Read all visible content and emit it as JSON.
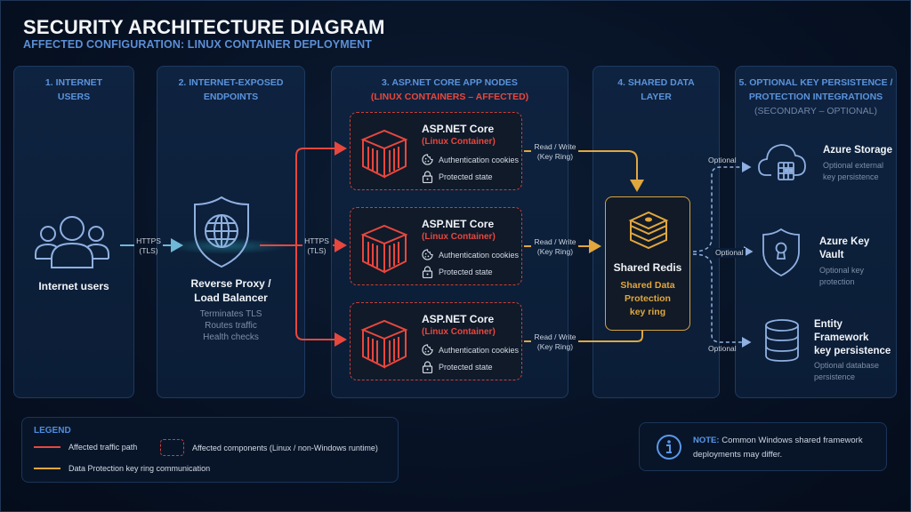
{
  "header": {
    "title": "SECURITY ARCHITECTURE DIAGRAM",
    "subtitle": "AFFECTED CONFIGURATION: LINUX CONTAINER DEPLOYMENT"
  },
  "columns": [
    {
      "heading_line1": "1. INTERNET",
      "heading_line2": "USERS"
    },
    {
      "heading_line1": "2. INTERNET-EXPOSED",
      "heading_line2": "ENDPOINTS"
    },
    {
      "heading_line1": "3. ASP.NET CORE APP NODES",
      "heading_line2": "(LINUX CONTAINERS – AFFECTED)"
    },
    {
      "heading_line1": "4. SHARED DATA",
      "heading_line2": "LAYER"
    },
    {
      "heading_line1": "5. OPTIONAL KEY PERSISTENCE /",
      "heading_line2": "PROTECTION INTEGRATIONS",
      "heading_line3": "(SECONDARY – OPTIONAL)"
    }
  ],
  "users": {
    "label": "Internet users",
    "icon": "users-icon"
  },
  "proxy": {
    "title_line1": "Reverse Proxy /",
    "title_line2": "Load Balancer",
    "details": [
      "Terminates TLS",
      "Routes traffic",
      "Health checks"
    ],
    "icon": "shield-globe-icon"
  },
  "edges": {
    "users_to_proxy": {
      "line1": "HTTPS",
      "line2": "(TLS)"
    },
    "proxy_to_apps": {
      "line1": "HTTPS",
      "line2": "(TLS)"
    },
    "app_to_redis": {
      "line1": "Read / Write",
      "line2": "(Key Ring)"
    },
    "optional": "Optional"
  },
  "app_nodes": [
    {
      "title": "ASP.NET Core",
      "subtitle": "(Linux Container)",
      "features": [
        "Authentication cookies",
        "Protected state"
      ]
    },
    {
      "title": "ASP.NET Core",
      "subtitle": "(Linux Container)",
      "features": [
        "Authentication cookies",
        "Protected state"
      ]
    },
    {
      "title": "ASP.NET Core",
      "subtitle": "(Linux Container)",
      "features": [
        "Authentication cookies",
        "Protected state"
      ]
    }
  ],
  "redis": {
    "title": "Shared Redis",
    "subtitle_line1": "Shared Data",
    "subtitle_line2": "Protection",
    "subtitle_line3": "key ring"
  },
  "integrations": [
    {
      "title_line1": "Azure Storage",
      "title_line2": "",
      "desc_line1": "Optional external",
      "desc_line2": "key persistence",
      "icon": "cloud-storage-icon"
    },
    {
      "title_line1": "Azure Key Vault",
      "title_line2": "",
      "desc_line1": "Optional key",
      "desc_line2": "protection",
      "icon": "shield-keyhole-icon"
    },
    {
      "title_line1": "Entity Framework",
      "title_line2": "key persistence",
      "desc_line1": "Optional database",
      "desc_line2": "persistence",
      "icon": "database-icon"
    }
  ],
  "legend": {
    "title": "LEGEND",
    "items": [
      {
        "label": "Affected traffic path",
        "color": "#e8473d"
      },
      {
        "label": "Affected components (Linux / non-Windows runtime)",
        "color": "#c9403a"
      },
      {
        "label": "Data Protection key ring communication",
        "color": "#e1a73e"
      }
    ]
  },
  "note": {
    "prefix": "NOTE:",
    "text": " Common Windows shared framework deployments may differ."
  },
  "colors": {
    "affected_red": "#e8473d",
    "keyring_gold": "#e1a73e",
    "accent_blue": "#5b93dc",
    "icon_blue": "#8fb0e0",
    "tls_teal": "#6fb8d8"
  }
}
